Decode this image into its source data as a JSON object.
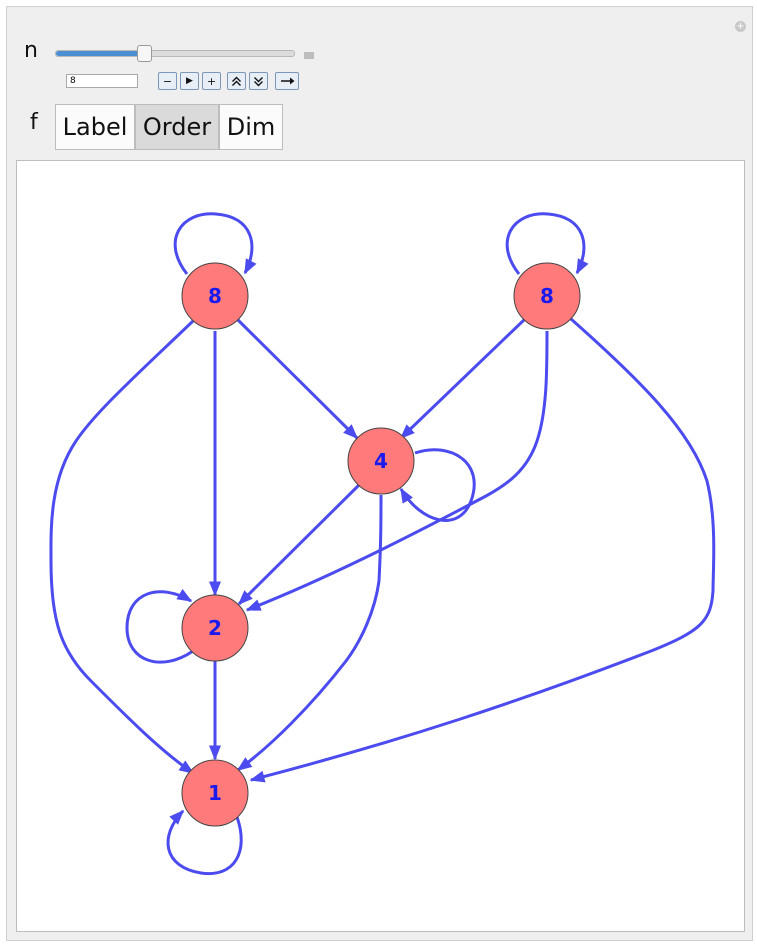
{
  "controls": {
    "n_label": "n",
    "n_value": "8",
    "n_slider_fraction": 0.37,
    "f_label": "f",
    "setter_options": [
      "Label",
      "Order",
      "Dim"
    ],
    "setter_selected": "Order",
    "icons": {
      "add": "plus-circle-icon",
      "minus_toggle": "minus-icon",
      "decrement": "minus-icon",
      "play": "play-icon",
      "increment": "plus-icon",
      "faster": "double-up-icon",
      "slower": "double-down-icon",
      "direction": "right-arrow-icon"
    }
  },
  "graph": {
    "edge_color": "#4b4bef",
    "vertex_fill": "#ff7b7b",
    "vertex_label_color": "#1a1aee",
    "vertices": [
      {
        "id": "v8a",
        "label": "8"
      },
      {
        "id": "v8b",
        "label": "8"
      },
      {
        "id": "v4",
        "label": "4"
      },
      {
        "id": "v2",
        "label": "2"
      },
      {
        "id": "v1",
        "label": "1"
      }
    ]
  }
}
